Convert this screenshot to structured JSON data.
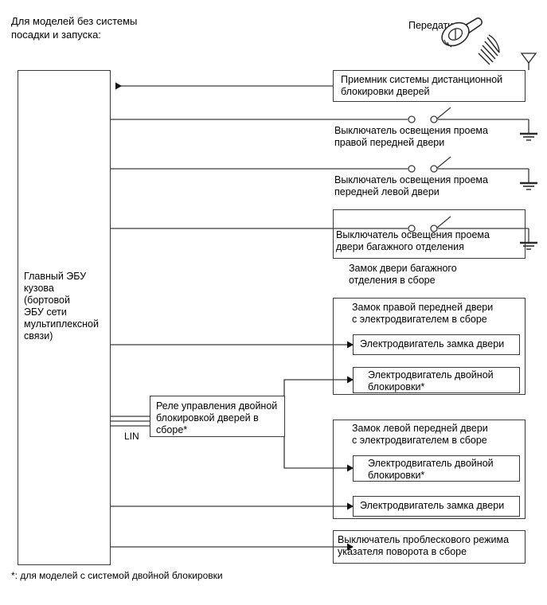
{
  "diagram": {
    "heading": "Для моделей без системы\nпосадки и запуска:",
    "footnote": "*: для моделей с системой двойной блокировки",
    "transmitter_label": "Передатчик",
    "lin_label": "LIN",
    "ecu": {
      "label": "Главный ЭБУ\nкузова\n(бортовой\nЭБУ сети\nмультиплексной\nсвязи)"
    },
    "boxes": {
      "receiver": "Приемник системы дистанционной\nблокировки дверей",
      "switch_right_front": "Выключатель освещения проема\nправой передней двери",
      "switch_left_front": "Выключатель освещения проема\nпередней левой двери",
      "switch_luggage": "Выключатель освещения проема\nдвери багажного отделения",
      "luggage_lock_assembly": "Замок двери багажного\nотделения в сборе",
      "right_door_assembly": "Замок правой передней двери\nс электродвигателем в сборе",
      "right_door_lock_motor": "Электродвигатель замка двери",
      "right_door_double_lock_motor": "Электродвигатель двойной\nблокировки*",
      "relay": "Реле управления двойной\nблокировкой дверей в сборе*",
      "left_door_assembly": "Замок левой передней двери\nс электродвигателем в сборе",
      "left_door_double_lock_motor": "Электродвигатель двойной\nблокировки*",
      "left_door_lock_motor": "Электродвигатель замка двери",
      "turn_signal_flasher": "Выключатель проблескового режима\nуказателя поворота в сборе"
    },
    "icons": {
      "key_fob": "key-fob-icon",
      "radio_waves": "radio-waves-icon",
      "antenna": "antenna-icon",
      "ground": "ground-symbol-icon",
      "switch": "switch-symbol-icon",
      "arrow": "arrow-head-icon"
    },
    "colors": {
      "line": "#3a3a3a",
      "text": "#000000",
      "background": "#ffffff"
    }
  }
}
